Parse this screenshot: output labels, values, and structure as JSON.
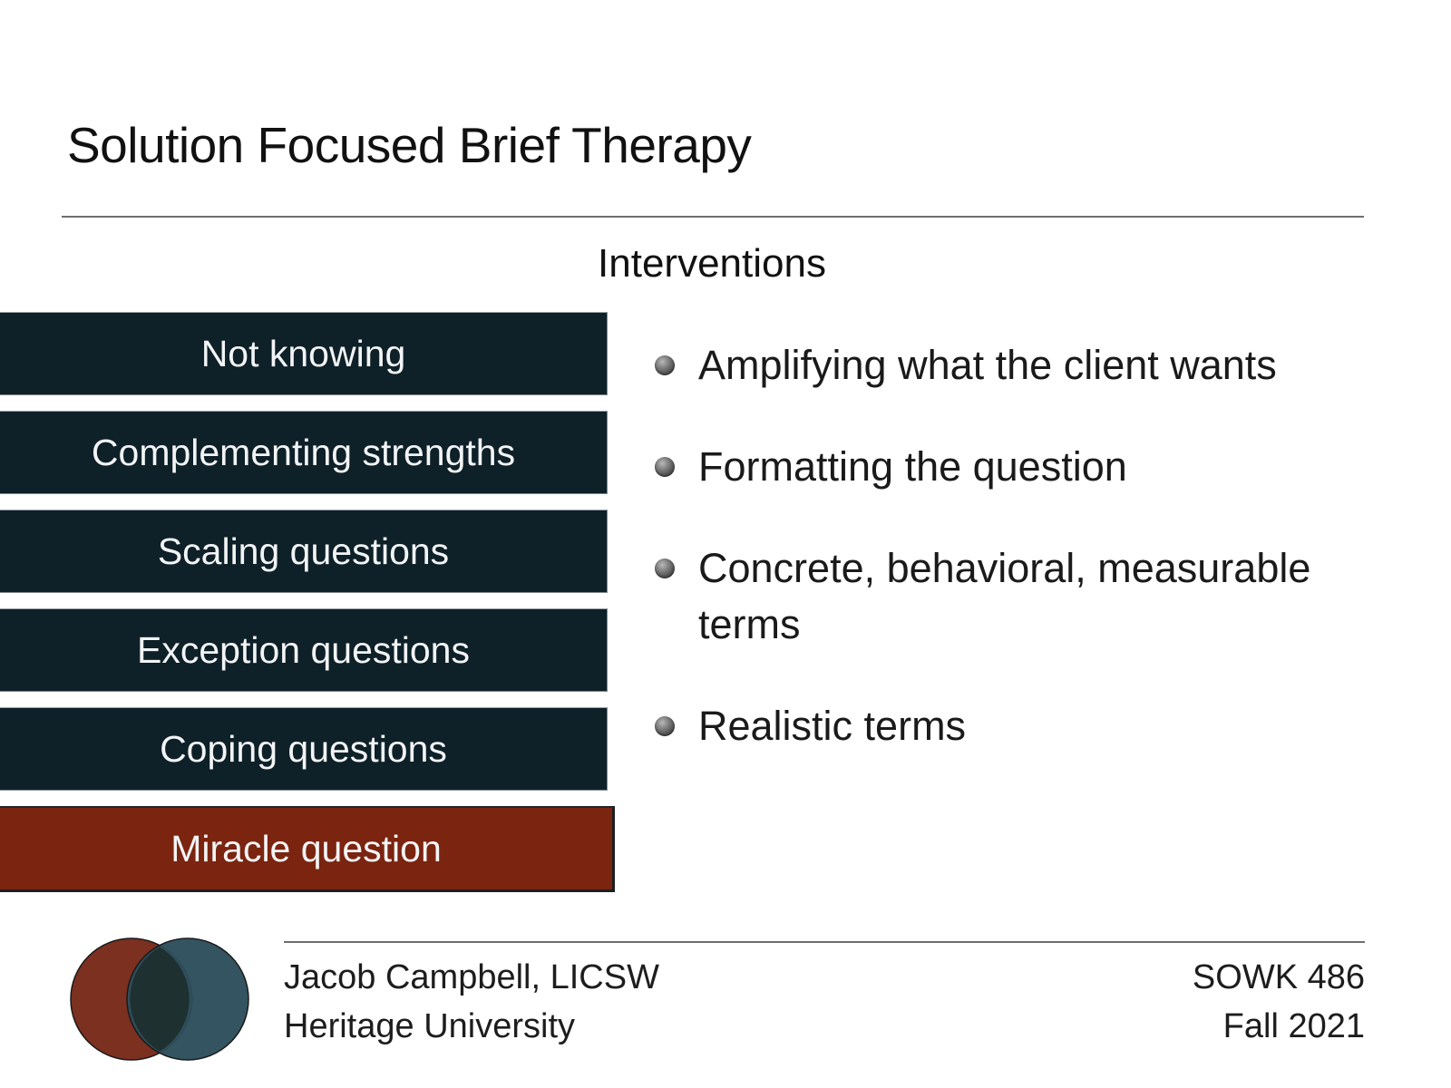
{
  "slide": {
    "title": "Solution Focused Brief Therapy",
    "section_heading": "Interventions"
  },
  "technique_bars": [
    {
      "label": "Not knowing",
      "style": "dark"
    },
    {
      "label": "Complementing strengths",
      "style": "dark"
    },
    {
      "label": "Scaling questions",
      "style": "dark"
    },
    {
      "label": "Exception questions",
      "style": "dark"
    },
    {
      "label": "Coping questions",
      "style": "dark"
    },
    {
      "label": "Miracle question",
      "style": "highlight"
    }
  ],
  "bullets": [
    {
      "text": "Amplifying what the client wants"
    },
    {
      "text": "Formatting the question"
    },
    {
      "text": "Concrete, behavioral, measurable terms"
    },
    {
      "text": "Realistic terms"
    }
  ],
  "footer": {
    "presenter": "Jacob Campbell, LICSW",
    "institution": "Heritage University",
    "course": "SOWK 486",
    "term": "Fall 2021"
  },
  "colors": {
    "bar_dark": "#0e2028",
    "bar_highlight": "#7b2410",
    "logo_rust": "#7b3020",
    "logo_teal": "#2d4e5c",
    "logo_overlap": "#1e3030",
    "rule": "#6e6e6e",
    "text": "#1a1a1a"
  }
}
